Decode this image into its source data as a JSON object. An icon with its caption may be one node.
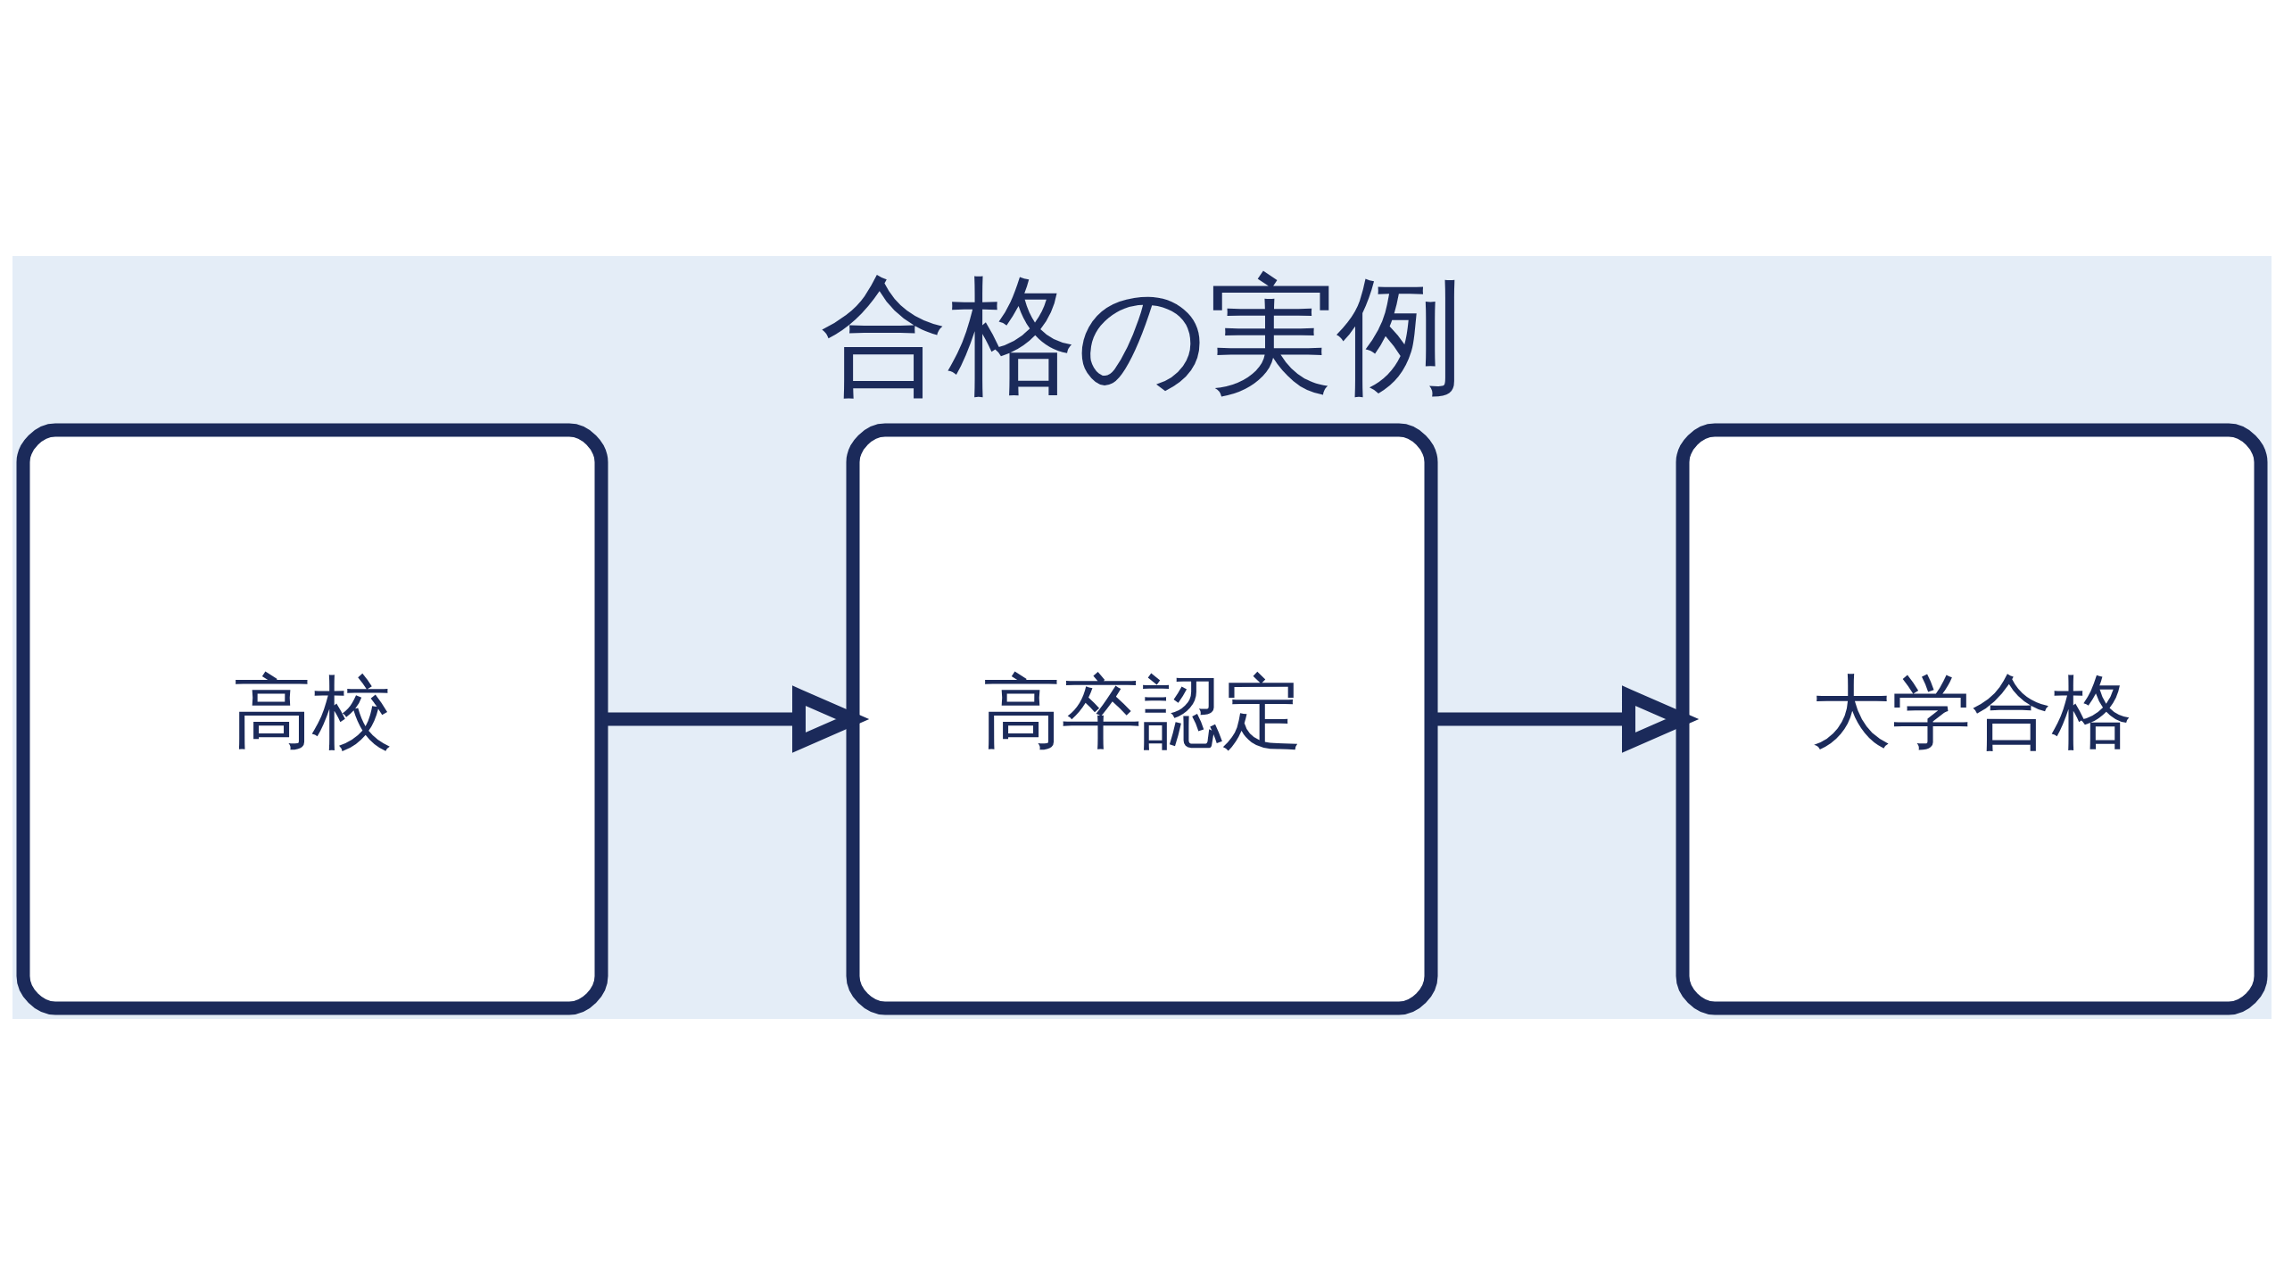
{
  "diagram": {
    "title": "合格の実例",
    "nodes": [
      {
        "text": [
          "高校"
        ]
      },
      {
        "text": [
          "高卒認定"
        ]
      },
      {
        "text": [
          "大学合格"
        ]
      }
    ],
    "edges": [
      {
        "from": 0,
        "to": 1,
        "arrow": "to"
      },
      {
        "from": 1,
        "to": 2,
        "arrow": "to"
      }
    ]
  }
}
